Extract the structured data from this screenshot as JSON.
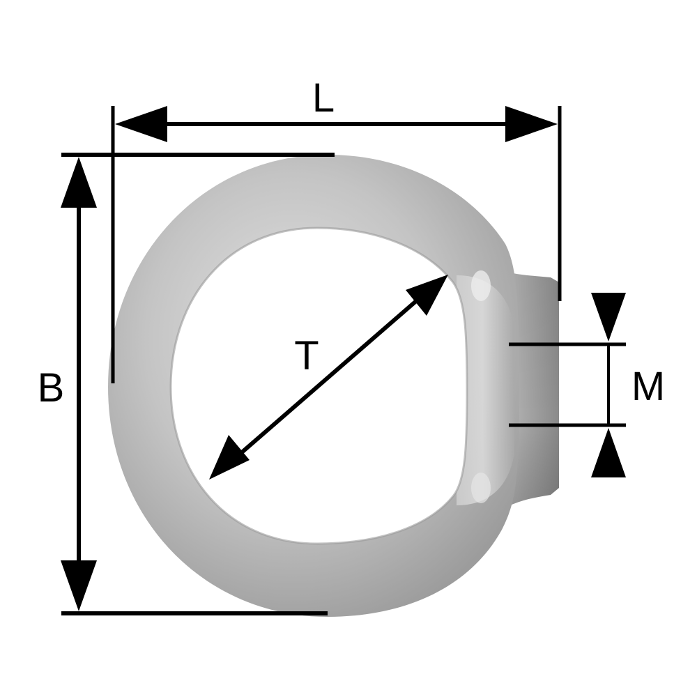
{
  "diagram": {
    "subject": "Eye nut (ring nut) dimension drawing",
    "colors": {
      "background": "#ffffff",
      "dimension_lines": "#000000",
      "metal_light": "#d4d4d4",
      "metal_mid": "#b4b4b4",
      "metal_dark": "#8e8e8e"
    },
    "dimensions": {
      "L": {
        "label": "L",
        "description": "overall length"
      },
      "B": {
        "label": "B",
        "description": "overall height"
      },
      "T": {
        "label": "T",
        "description": "inner diameter"
      },
      "M": {
        "label": "M",
        "description": "thread size"
      }
    }
  }
}
